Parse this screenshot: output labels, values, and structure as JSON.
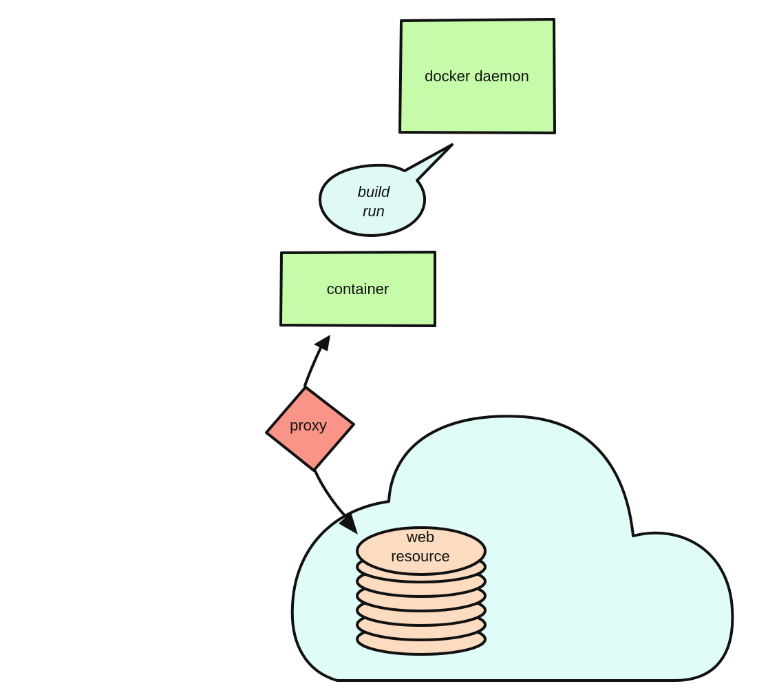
{
  "colors": {
    "box_fill": "#c6fca9",
    "bubble_fill": "#dffaf6",
    "cloud_fill": "#dffcf8",
    "proxy_fill": "#fa9488",
    "db_fill": "#fcdcc0",
    "stroke": "#111111"
  },
  "nodes": {
    "docker_daemon": {
      "label": "docker daemon",
      "shape": "rectangle"
    },
    "speech_bubble": {
      "lines": [
        "build",
        "run"
      ],
      "shape": "speech-bubble"
    },
    "container": {
      "label": "container",
      "shape": "rectangle"
    },
    "proxy": {
      "label": "proxy",
      "shape": "diamond"
    },
    "web_resource": {
      "lines": [
        "web",
        "resource"
      ],
      "shape": "database-stack"
    },
    "cloud": {
      "shape": "cloud"
    }
  },
  "edges": [
    {
      "from": "proxy",
      "to": "container",
      "arrow": "to"
    },
    {
      "from": "proxy",
      "to": "web_resource",
      "arrow": "to"
    }
  ]
}
